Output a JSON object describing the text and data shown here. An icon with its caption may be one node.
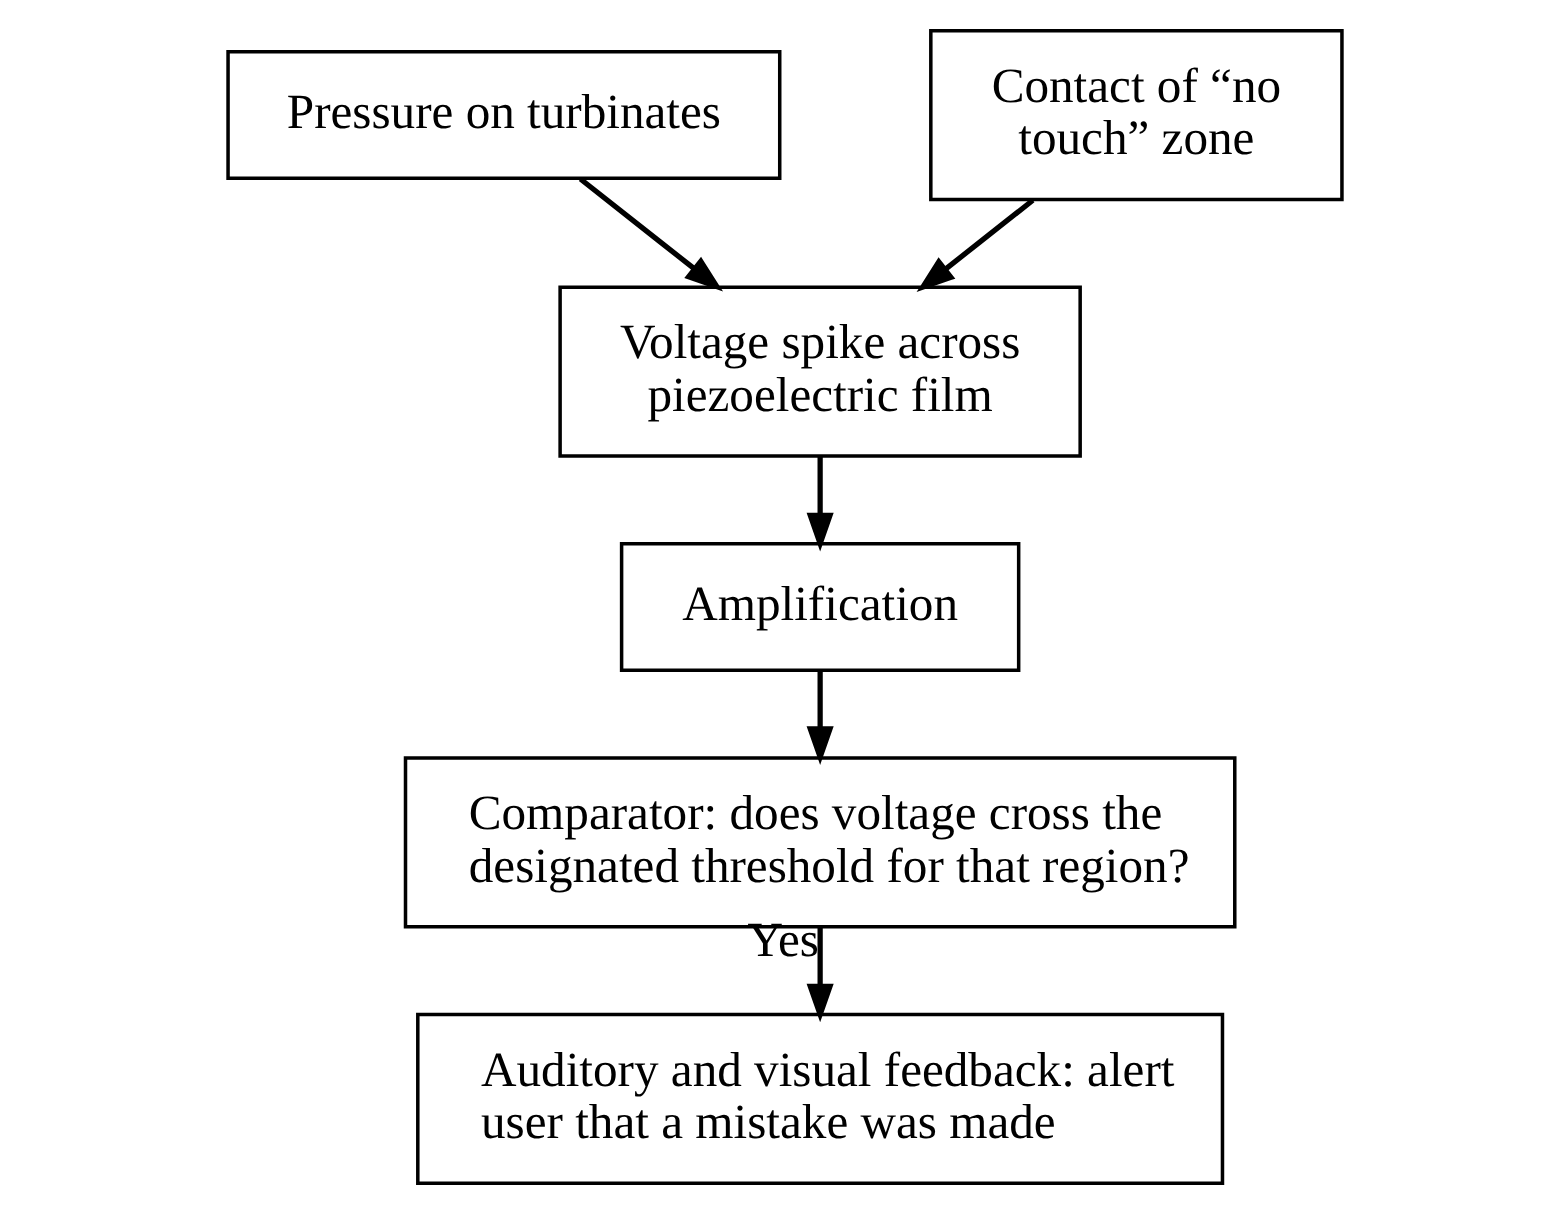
{
  "diagram": {
    "nodes": [
      {
        "text": [
          "Pressure on turbinates"
        ]
      },
      {
        "text": [
          "Contact of “no touch” zone"
        ]
      },
      {
        "text": [
          "Voltage spike across piezoelectric film"
        ]
      },
      {
        "text": [
          "Amplification"
        ]
      },
      {
        "text": [
          "Comparator: does voltage cross the designated threshold for that region?"
        ]
      },
      {
        "text": [
          "Auditory and visual feedback: alert user that a mistake was made"
        ]
      }
    ],
    "edges": [
      {
        "from": 0,
        "to": 2,
        "arrow": "to"
      },
      {
        "from": 1,
        "to": 2,
        "arrow": "to"
      },
      {
        "from": 2,
        "to": 3,
        "arrow": "to"
      },
      {
        "from": 3,
        "to": 4,
        "arrow": "to"
      },
      {
        "from": 4,
        "to": 5,
        "arrow": "to",
        "label": "Yes"
      }
    ]
  }
}
